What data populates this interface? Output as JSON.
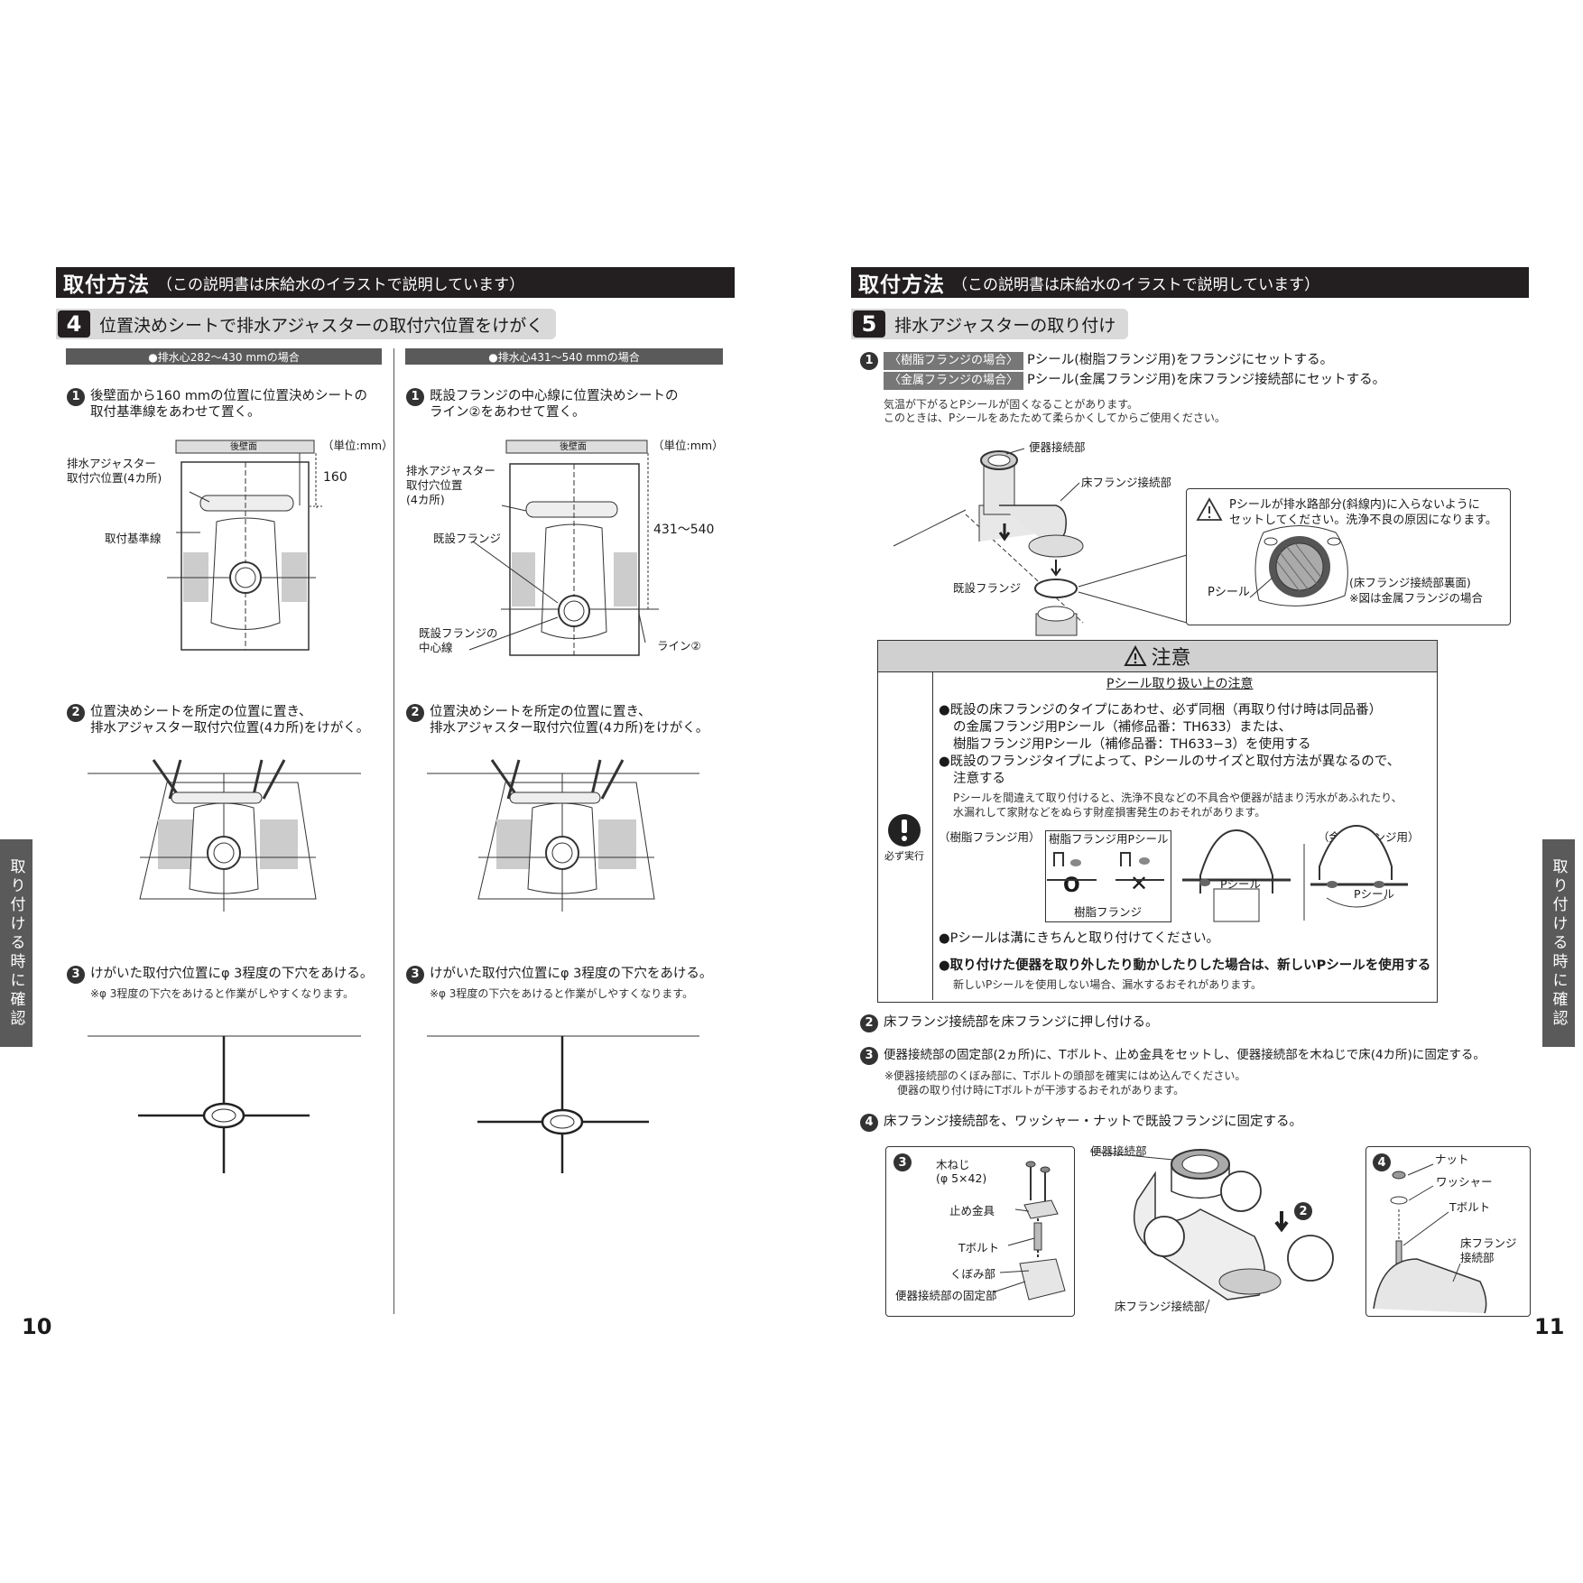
{
  "left": {
    "header_title": "取付方法",
    "header_sub": "（この説明書は床給水のイラストで説明しています）",
    "step_num": "4",
    "step_title": "位置決めシートで排水アジャスターの取付穴位置をけがく",
    "case_a": "●排水心282～430 mmの場合",
    "case_b": "●排水心431～540 mmの場合",
    "a1_num": "1",
    "a1_text_1": "後壁面から160 mmの位置に位置決めシートの",
    "a1_text_2": "取付基準線をあわせて置く。",
    "b1_num": "1",
    "b1_text_1": "既設フランジの中心線に位置決めシートの",
    "b1_text_2": "ライン②をあわせて置く。",
    "unit": "（単位:mm）",
    "wall": "後壁面",
    "dim_160": "160",
    "dim_431": "431～540",
    "lbl_adjuster_1": "排水アジャスター",
    "lbl_adjuster_2": "取付穴位置(4カ所)",
    "lbl_adjuster_b1": "排水アジャスター",
    "lbl_adjuster_b2": "取付穴位置",
    "lbl_adjuster_b3": "(4カ所)",
    "lbl_base": "取付基準線",
    "lbl_flange": "既設フランジ",
    "lbl_center_1": "既設フランジの",
    "lbl_center_2": "中心線",
    "lbl_line2": "ライン②",
    "s2_num": "2",
    "s2_text_1": "位置決めシートを所定の位置に置き、",
    "s2_text_2": "排水アジャスター取付穴位置(4カ所)をけがく。",
    "s3_num": "3",
    "s3_text": "けがいた取付穴位置にφ 3程度の下穴をあける。",
    "s3_note": "※φ 3程度の下穴をあけると作業がしやすくなります。",
    "page": "10"
  },
  "right": {
    "header_title": "取付方法",
    "header_sub": "（この説明書は床給水のイラストで説明しています）",
    "step_num": "5",
    "step_title": "排水アジャスターの取り付け",
    "r1_num": "1",
    "r1_tag_a": "〈樹脂フランジの場合〉",
    "r1_text_a": "Pシール(樹脂フランジ用)をフランジにセットする。",
    "r1_tag_b": "〈金属フランジの場合〉",
    "r1_text_b": "Pシール(金属フランジ用)を床フランジ接続部にセットする。",
    "r1_note_1": "気温が下がるとPシールが固くなることがあります。",
    "r1_note_2": "このときは、Pシールをあたためて柔らかくしてからご使用ください。",
    "lbl_toilet_conn": "便器接続部",
    "lbl_floor_conn": "床フランジ接続部",
    "lbl_exist_flange": "既設フランジ",
    "warn_1": "Pシールが排水路部分(斜線内)に入らないように",
    "warn_2": "セットしてください。洗浄不良の原因になります。",
    "lbl_pseal": "Pシール",
    "lbl_back_1": "(床フランジ接続部裏面)",
    "lbl_back_2": "※図は金属フランジの場合",
    "caution_title": "注意",
    "caution_sub": "Pシール取り扱い上の注意",
    "must": "必ず実行",
    "c1_l1": "●既設の床フランジのタイプにあわせ、必ず同梱（再取り付け時は同品番）",
    "c1_l2": "の金属フランジ用Pシール（補修品番：TH633）または、",
    "c1_l3": "樹脂フランジ用Pシール（補修品番：TH633−3）を使用する",
    "c2_l1": "●既設のフランジタイプによって、Pシールのサイズと取付方法が異なるので、",
    "c2_l2": "注意する",
    "c2_n1": "Pシールを間違えて取り付けると、洗浄不良などの不具合や便器が詰まり汚水があふれたり、",
    "c2_n2": "水漏れして家財などをぬらす財産損害発生のおそれがあります。",
    "lbl_resin": "（樹脂フランジ用）",
    "lbl_metal": "（金属フランジ用）",
    "lbl_resin_pseal": "樹脂フランジ用Pシール",
    "lbl_resin_flange": "樹脂フランジ",
    "lbl_pseal2": "Pシール",
    "lbl_pseal3": "Pシール",
    "mark_ok": "O",
    "mark_ng": "✕",
    "c3": "●Pシールは溝にきちんと取り付けてください。",
    "c4": "●取り付けた便器を取り外したり動かしたりした場合は、新しいPシールを使用する",
    "c4_n": "新しいPシールを使用しない場合、漏水するおそれがあります。",
    "r2_num": "2",
    "r2_text": "床フランジ接続部を床フランジに押し付ける。",
    "r3_num": "3",
    "r3_text": "便器接続部の固定部(2ヵ所)に、Tボルト、止め金具をセットし、便器接続部を木ねじで床(4カ所)に固定する。",
    "r3_n1": "※便器接続部のくぼみ部に、Tボルトの頭部を確実にはめ込んでください。",
    "r3_n2": "便器の取り付け時にTボルトが干渉するおそれがあります。",
    "r4_num": "4",
    "r4_text": "床フランジ接続部を、ワッシャー・ナットで既設フランジに固定する。",
    "d3_num": "3",
    "lbl_screw_1": "木ねじ",
    "lbl_screw_2": "(φ 5×42)",
    "lbl_stop": "止め金具",
    "lbl_tbolt": "Tボルト",
    "lbl_recess": "くぼみ部",
    "lbl_fix": "便器接続部の固定部",
    "lbl_toilet_conn2": "便器接続部",
    "lbl_floor_conn2": "床フランジ接続部",
    "d2_num": "2",
    "d4_num": "4",
    "lbl_nut": "ナット",
    "lbl_washer": "ワッシャー",
    "lbl_tbolt2": "Tボルト",
    "lbl_floor_conn3_1": "床フランジ",
    "lbl_floor_conn3_2": "接続部",
    "page": "11"
  },
  "side_tab": "取り付ける時に確認"
}
